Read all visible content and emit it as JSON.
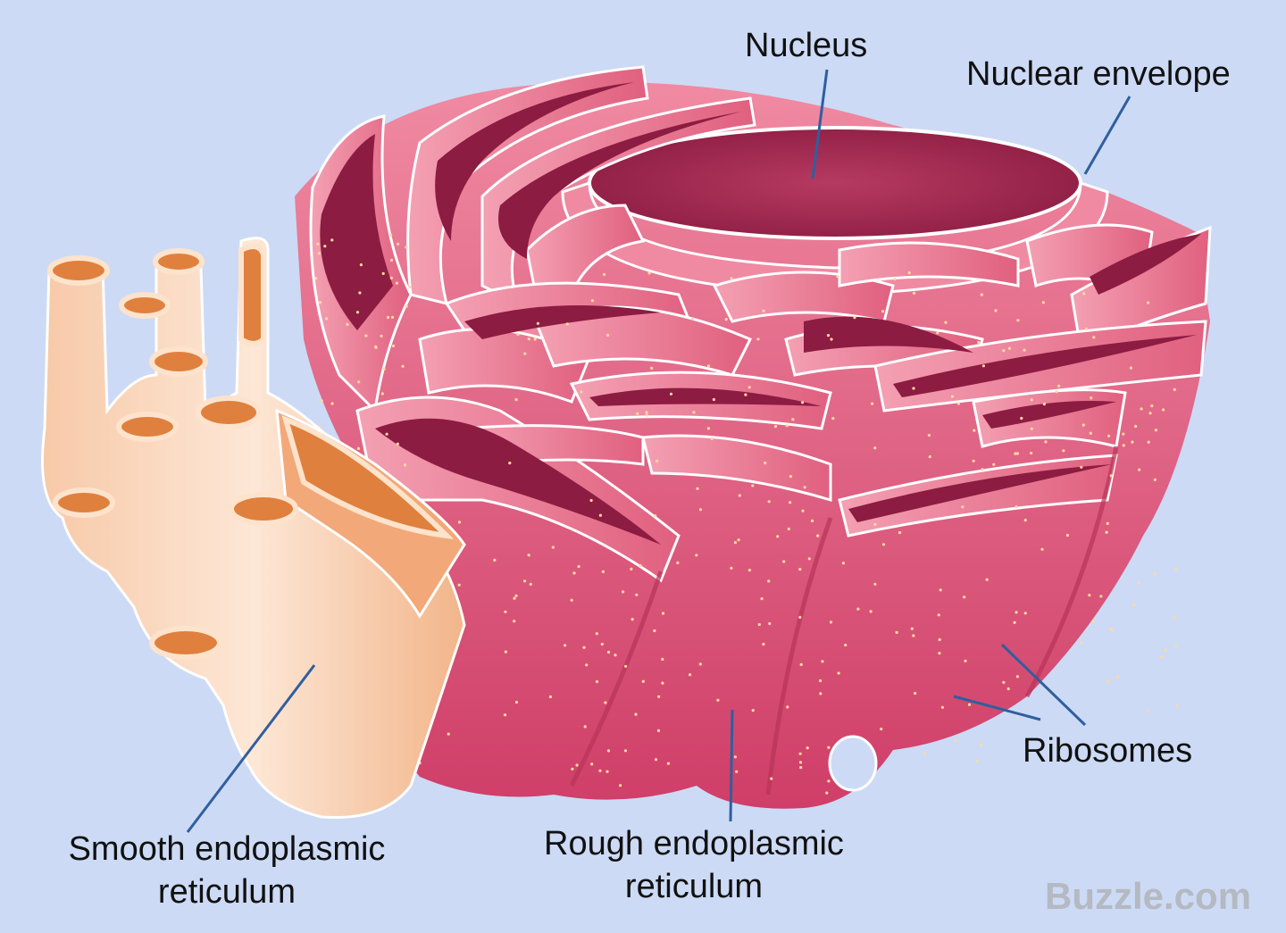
{
  "diagram": {
    "labels": {
      "nucleus": "Nucleus",
      "nuclear_envelope": "Nuclear envelope",
      "ribosomes": "Ribosomes",
      "rough_er_line1": "Rough endoplasmic",
      "rough_er_line2": "reticulum",
      "smooth_er_line1": "Smooth endoplasmic",
      "smooth_er_line2": "reticulum"
    },
    "watermark": "Buzzle.com"
  },
  "colors": {
    "background": "#ccdaf5",
    "rough_er_pink": "#e8738f",
    "rough_er_dark": "#a8284e",
    "rough_er_cavity": "#8c1c42",
    "smooth_er_light": "#fde2cf",
    "smooth_er_orange": "#e08a52",
    "leader_line": "#2f5f9e"
  }
}
